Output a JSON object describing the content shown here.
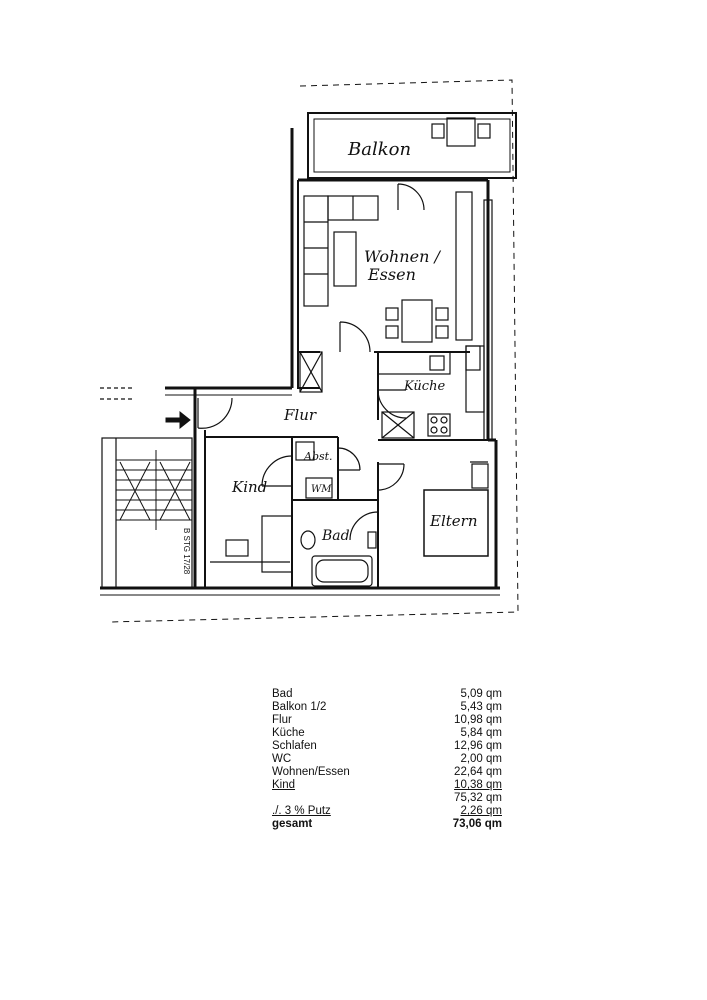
{
  "rooms": {
    "balkon": "Balkon",
    "wohnen_line1": "Wohnen /",
    "wohnen_line2": "Essen",
    "kueche": "Küche",
    "flur": "Flur",
    "abst": "Abst.",
    "wm": "WM",
    "kind": "Kind",
    "bad": "Bad",
    "eltern": "Eltern",
    "stair_note": "B STG 17/28"
  },
  "area_table": {
    "rows": [
      {
        "name": "Bad",
        "value": "5,09 qm"
      },
      {
        "name": "Balkon 1/2",
        "value": "5,43 qm"
      },
      {
        "name": "Flur",
        "value": "10,98 qm"
      },
      {
        "name": "Küche",
        "value": "5,84 qm"
      },
      {
        "name": "Schlafen",
        "value": "12,96 qm"
      },
      {
        "name": "WC",
        "value": "2,00 qm"
      },
      {
        "name": "Wohnen/Essen",
        "value": "22,64 qm"
      },
      {
        "name": "Kind",
        "value": "10,38 qm"
      }
    ],
    "subtotal": "75,32 qm",
    "deduction_label": "./. 3 % Putz",
    "deduction_value": "2,26 qm",
    "total_label": "gesamt",
    "total_value": "73,06 qm"
  }
}
